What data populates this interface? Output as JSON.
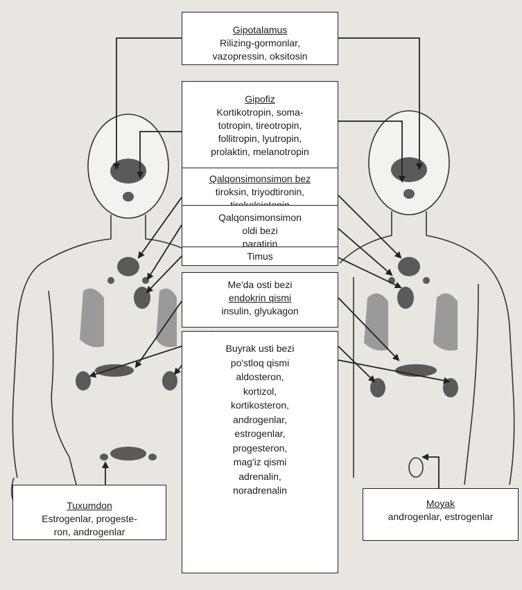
{
  "boxes": {
    "hypothalamus": {
      "title": "Gipotalamus",
      "body": "Rilizing-gormonlar,\nvazopressin, oksitosin"
    },
    "pituitary": {
      "title": "Gipofiz",
      "body": "Kortikotropin, soma-\ntotropin, tireotropin,\nfollitropin, lyutropin,\nprolaktin, melanotropin"
    },
    "thyroid": {
      "title": "Qalqonsimonsimon bez",
      "body": "tiroksin, triyodtironin,\ntirokalsiotonin"
    },
    "parathyroid": {
      "title": "",
      "body": "Qalqonsimonsimon\noldi bezi\nparatirin"
    },
    "thymus": {
      "title": "",
      "body": "Timus"
    },
    "pancreas": {
      "title": "",
      "line1": "Me'da osti bezi",
      "underlined": "endokrin qismi",
      "body": "insulin, glyukagon"
    },
    "adrenal": {
      "title": "",
      "body": "Buyrak usti bezi\npo'stloq qismi\naldosteron,\nkortizol,\nkortikosteron,\nandrogenlar,\nestrogenlar,\nprogesteron,\nmag'iz qismi\nadrenalin,\nnoradrenalin"
    },
    "ovary": {
      "title": "Tuxumdon",
      "body": "Estrogenlar, progeste-\nron, androgenlar"
    },
    "testis": {
      "title": "Moyak",
      "body": "androgenlar, estrogenlar"
    }
  },
  "colors": {
    "line": "#222222",
    "organ": "#5a5a5a",
    "body_outline": "#333333",
    "background": "#e9e6e1",
    "box": "#ffffff"
  }
}
